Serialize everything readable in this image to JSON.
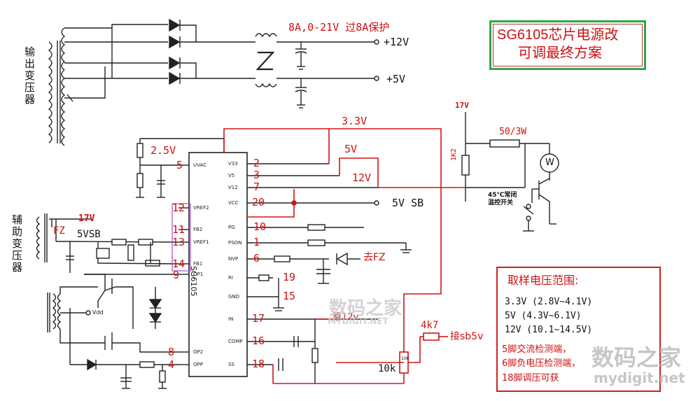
{
  "title": {
    "line1": "SG6105芯片电源改",
    "line2": "可调最终方案"
  },
  "transformers": {
    "output": "输出变压器",
    "aux": "辅助变压器"
  },
  "top_note": "8A,0-21V 过8A保护",
  "outputs": {
    "p12": "+12V",
    "p5": "+5V"
  },
  "ic": {
    "name": "SG6105",
    "left_pins": [
      {
        "num": "5",
        "name": "UVAC"
      },
      {
        "num": "12",
        "name": "VREF2"
      },
      {
        "num": "11",
        "name": "FB2"
      },
      {
        "num": "13",
        "name": "VREF1"
      },
      {
        "num": "14",
        "name": "FB1"
      },
      {
        "num": "9",
        "name": "OP1"
      },
      {
        "num": "8",
        "name": "OP2"
      },
      {
        "num": "4",
        "name": "OPP"
      }
    ],
    "right_pins": [
      {
        "num": "2",
        "name": "V33"
      },
      {
        "num": "3",
        "name": "V5"
      },
      {
        "num": "7",
        "name": "V12"
      },
      {
        "num": "20",
        "name": "VCC"
      },
      {
        "num": "10",
        "name": "PG"
      },
      {
        "num": "1",
        "name": "PSON"
      },
      {
        "num": "6",
        "name": "NVP"
      },
      {
        "num": "19",
        "name": "RI"
      },
      {
        "num": "15",
        "name": "GND"
      },
      {
        "num": "17",
        "name": "IN"
      },
      {
        "num": "16",
        "name": "COMP"
      },
      {
        "num": "18",
        "name": "SS"
      }
    ]
  },
  "labels": {
    "v25": "2.5V",
    "v33": "3.3V",
    "v5": "5V",
    "v12": "12V",
    "v5sb": "5V SB",
    "v17_aux": "17V",
    "fz": "FZ",
    "v5sb_aux": "5VSB",
    "vdd": "Vdd",
    "to_fz": "去FZ",
    "orig12": "原12v",
    "r4k7": "4k7",
    "to_sb5v": "接sb5v",
    "r10k": "10k",
    "pot": "10K",
    "v17_fan": "17V",
    "r50": "50/3W",
    "r1k2": "1K2",
    "fan": "W",
    "thermo": "45℃常闭温控开关"
  },
  "range": {
    "title": "取样电压范围:",
    "rows": [
      "3.3V (2.8V~4.1V)",
      "5V (4.3V~6.1V)",
      "12V (10.1~14.5V)"
    ],
    "notes": [
      "5脚交流检测端，",
      "6脚负电压检测端，",
      "18脚调压可获"
    ]
  },
  "watermark": {
    "cn": "数码之家",
    "url": "MYDIGIT.NET",
    "corner_url": "mydigit.net"
  }
}
